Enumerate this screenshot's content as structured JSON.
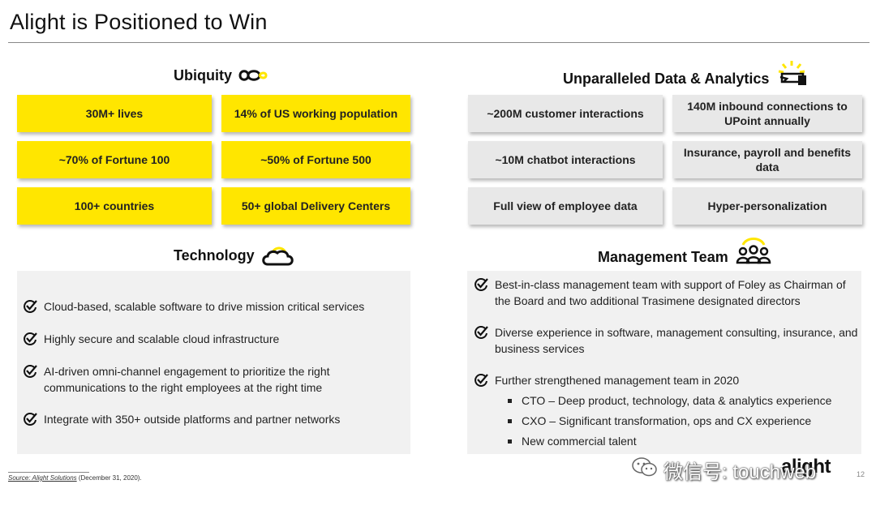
{
  "title": "Alight is Positioned to Win",
  "sections": {
    "ubiquity": {
      "heading": "Ubiquity",
      "boxes": [
        "30M+ lives",
        "14% of US working population",
        "~70% of Fortune 100",
        "~50% of Fortune 500",
        "100+ countries",
        "50+ global Delivery Centers"
      ]
    },
    "data": {
      "heading": "Unparalleled Data & Analytics",
      "boxes": [
        "~200M customer interactions",
        "140M inbound connections to UPoint annually",
        "~10M chatbot interactions",
        "Insurance, payroll and benefits data",
        "Full view of employee data",
        "Hyper-personalization"
      ]
    },
    "technology": {
      "heading": "Technology",
      "bullets": [
        "Cloud-based, scalable software to drive mission critical services",
        "Highly secure and scalable cloud infrastructure",
        "AI-driven omni-channel engagement to prioritize the right communications to the right employees at the right time",
        "Integrate with 350+ outside platforms and partner networks"
      ]
    },
    "management": {
      "heading": "Management Team",
      "bullets": [
        "Best-in-class management team with support of Foley as Chairman of the Board and two additional Trasimene designated directors",
        "Diverse experience in software, management consulting, insurance, and business services",
        "Further strengthened management team in 2020"
      ],
      "sub_bullets": [
        "CTO – Deep product, technology, data & analytics experience",
        "CXO – Significant transformation, ops and CX experience",
        "New commercial talent"
      ]
    }
  },
  "footer": {
    "source_label": "Source: Alight Solutions",
    "source_date": " (December 31, 2020).",
    "logo": "alight",
    "page_number": "12",
    "watermark": "微信号: touchweb"
  },
  "colors": {
    "accent_yellow": "#ffe600",
    "grey_box": "#e8e8e8",
    "panel_bg": "#f1f1f1"
  },
  "icons": [
    "infinity-icon",
    "data-hand-icon",
    "cloud-icon",
    "team-icon",
    "check-icon",
    "wechat-icon"
  ]
}
